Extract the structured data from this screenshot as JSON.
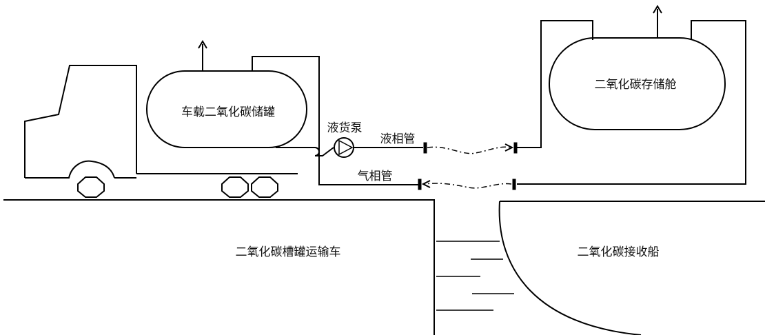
{
  "diagram": {
    "labels": {
      "truck_tank": "车载二氧化碳储罐",
      "ship_tank": "二氧化碳存储舱",
      "cargo_pump": "液货泵",
      "liquid_line": "液相管",
      "vapor_line": "气相管",
      "tank_truck": "二氧化碳槽罐运输车",
      "receiving_ship": "二氧化碳接收船"
    },
    "colors": {
      "stroke": "#000000",
      "background": "#ffffff"
    }
  }
}
